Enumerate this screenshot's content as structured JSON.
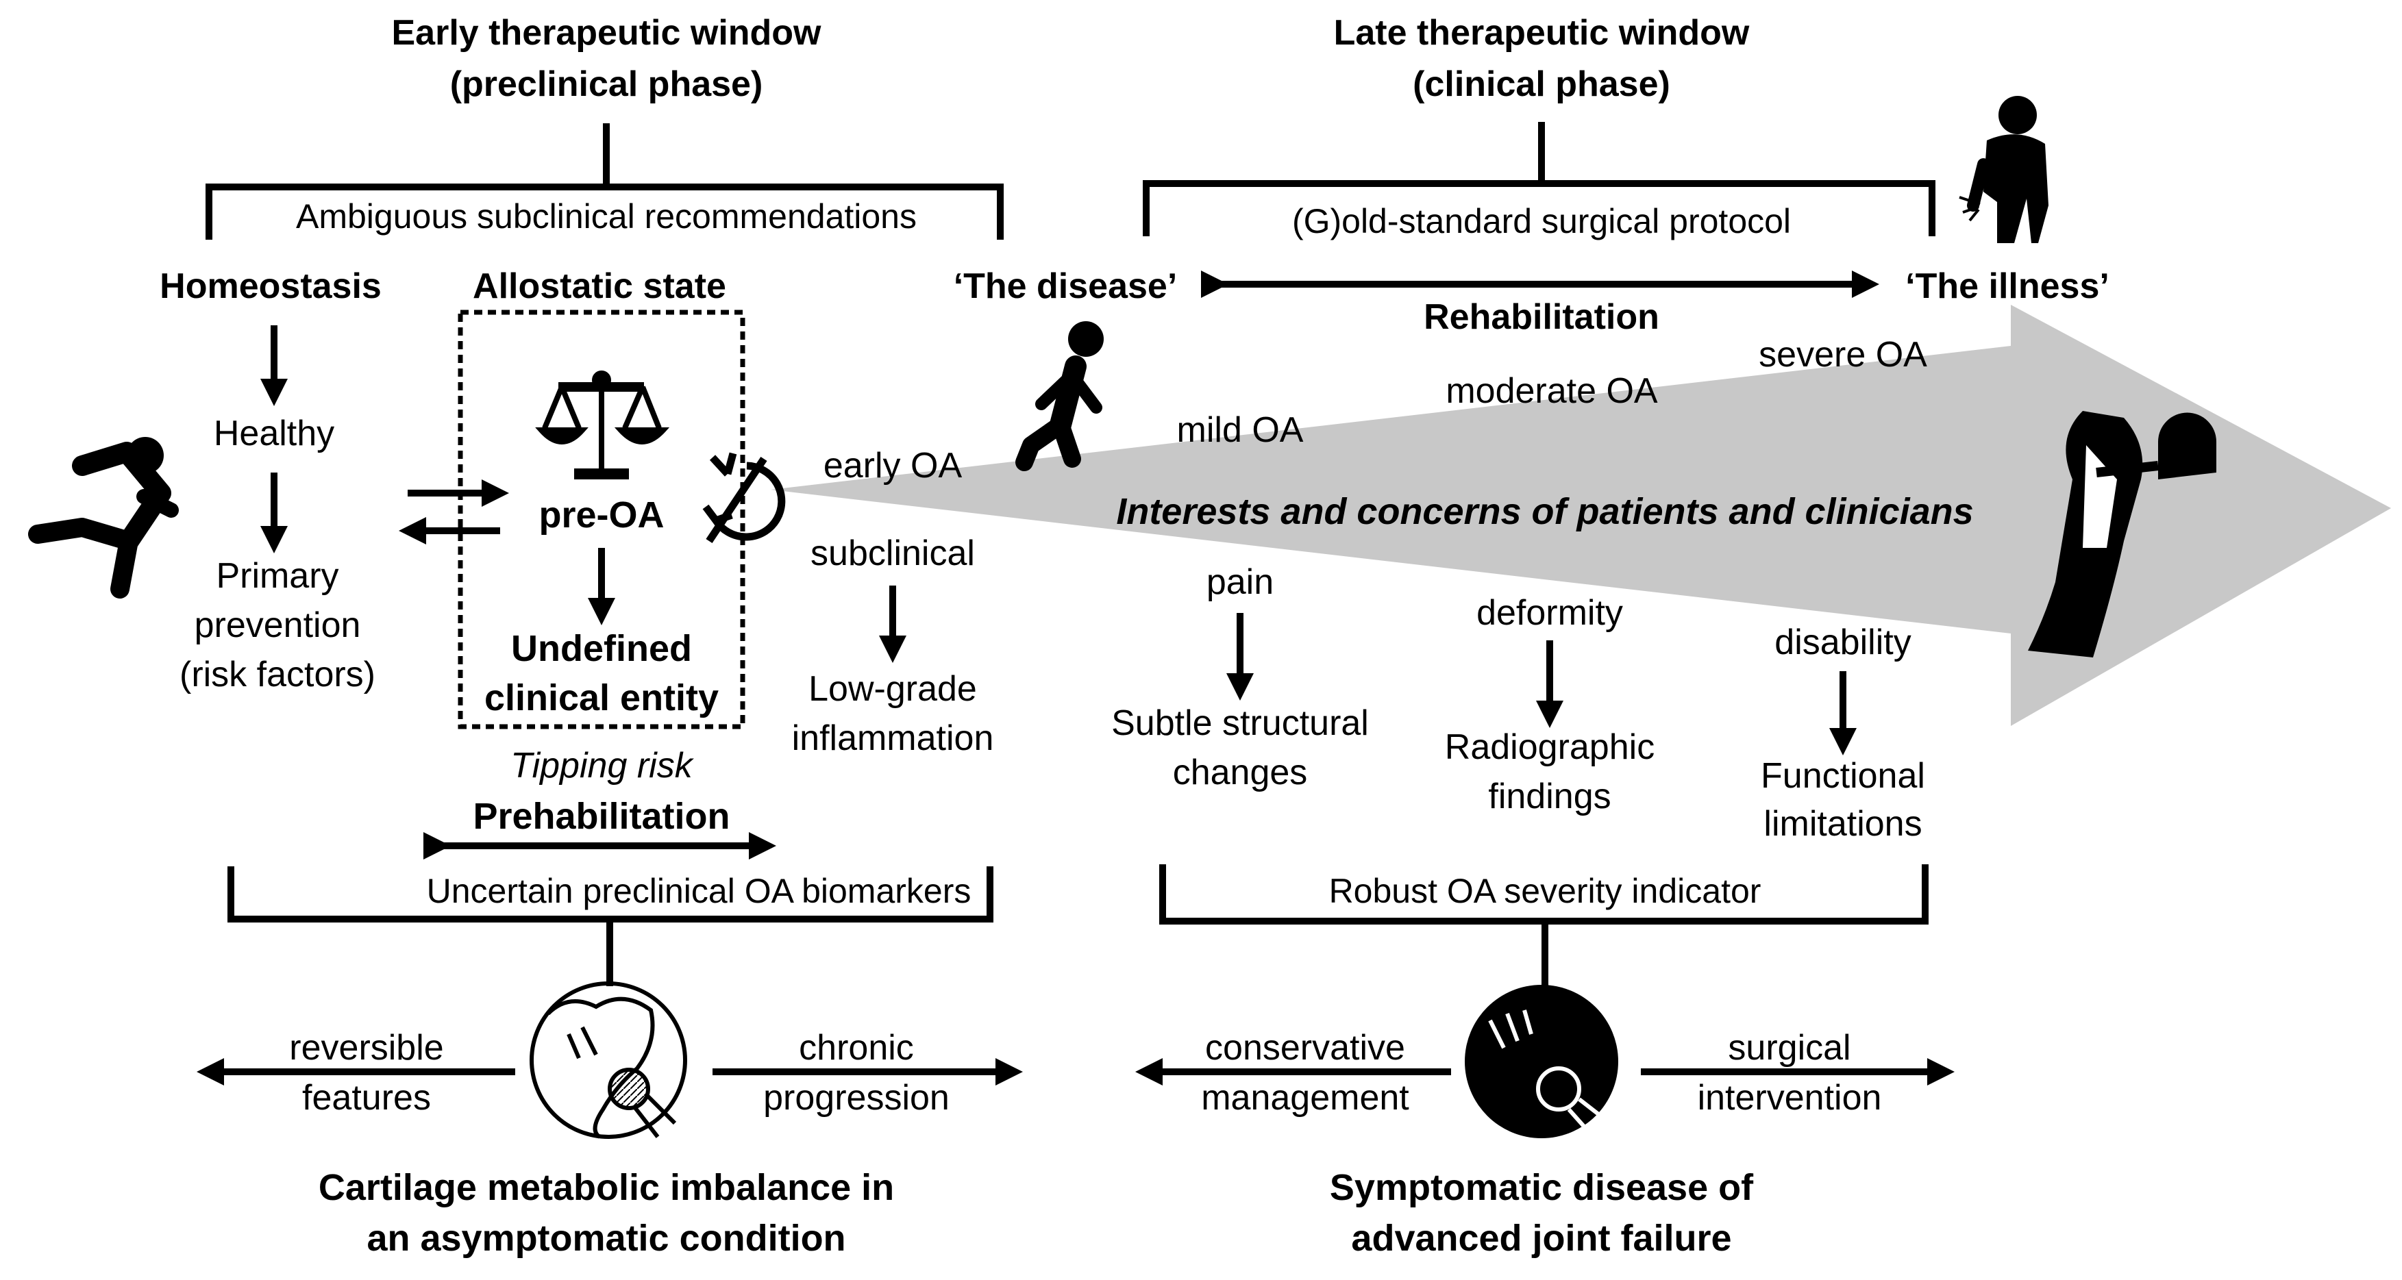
{
  "early": {
    "title_line1": "Early therapeutic window",
    "title_line2": "(preclinical phase)",
    "bracket_label": "Ambiguous subclinical recommendations",
    "homeostasis": "Homeostasis",
    "healthy": "Healthy",
    "primary_line1": "Primary",
    "primary_line2": "prevention",
    "primary_line3": "(risk factors)",
    "allostatic": "Allostatic state",
    "pre_oa": "pre-OA",
    "undefined_line1": "Undefined",
    "undefined_line2": "clinical entity",
    "tipping": "Tipping risk",
    "prehab": "Prehabilitation",
    "biomarkers": "Uncertain preclinical OA biomarkers",
    "reversible_line1": "reversible",
    "reversible_line2": "features",
    "chronic_line1": "chronic",
    "chronic_line2": "progression",
    "summary_line1": "Cartilage metabolic imbalance in",
    "summary_line2": "an asymptomatic condition"
  },
  "middle": {
    "early_oa": "early OA",
    "subclinical": "subclinical",
    "lowgrade_line1": "Low-grade",
    "lowgrade_line2": "inflammation"
  },
  "late": {
    "title_line1": "Late therapeutic window",
    "title_line2": "(clinical phase)",
    "bracket_label": "(G)old-standard surgical protocol",
    "disease": "‘The disease’",
    "illness": "‘The illness’",
    "rehab": "Rehabilitation",
    "mild": "mild OA",
    "moderate": "moderate OA",
    "severe": "severe OA",
    "arrow_text": "Interests and concerns of patients and clinicians",
    "pain": "pain",
    "subtle_line1": "Subtle structural",
    "subtle_line2": "changes",
    "deformity": "deformity",
    "radio_line1": "Radiographic",
    "radio_line2": "findings",
    "disability": "disability",
    "func_line1": "Functional",
    "func_line2": "limitations",
    "severity": "Robust OA severity indicator",
    "conservative_line1": "conservative",
    "conservative_line2": "management",
    "surgical_line1": "surgical",
    "surgical_line2": "intervention",
    "summary_line1": "Symptomatic disease of",
    "summary_line2": "advanced joint failure"
  },
  "colors": {
    "arrow_fill": "#c8c8c8",
    "ink": "#000000"
  },
  "icons": [
    "running-person-icon",
    "balance-scale-icon",
    "exchange-arrows-icon",
    "no-cycle-icon",
    "walking-person-icon",
    "limping-person-icon",
    "hip-prosthesis-icon",
    "healthy-hip-joint-icon",
    "damaged-hip-joint-icon"
  ]
}
